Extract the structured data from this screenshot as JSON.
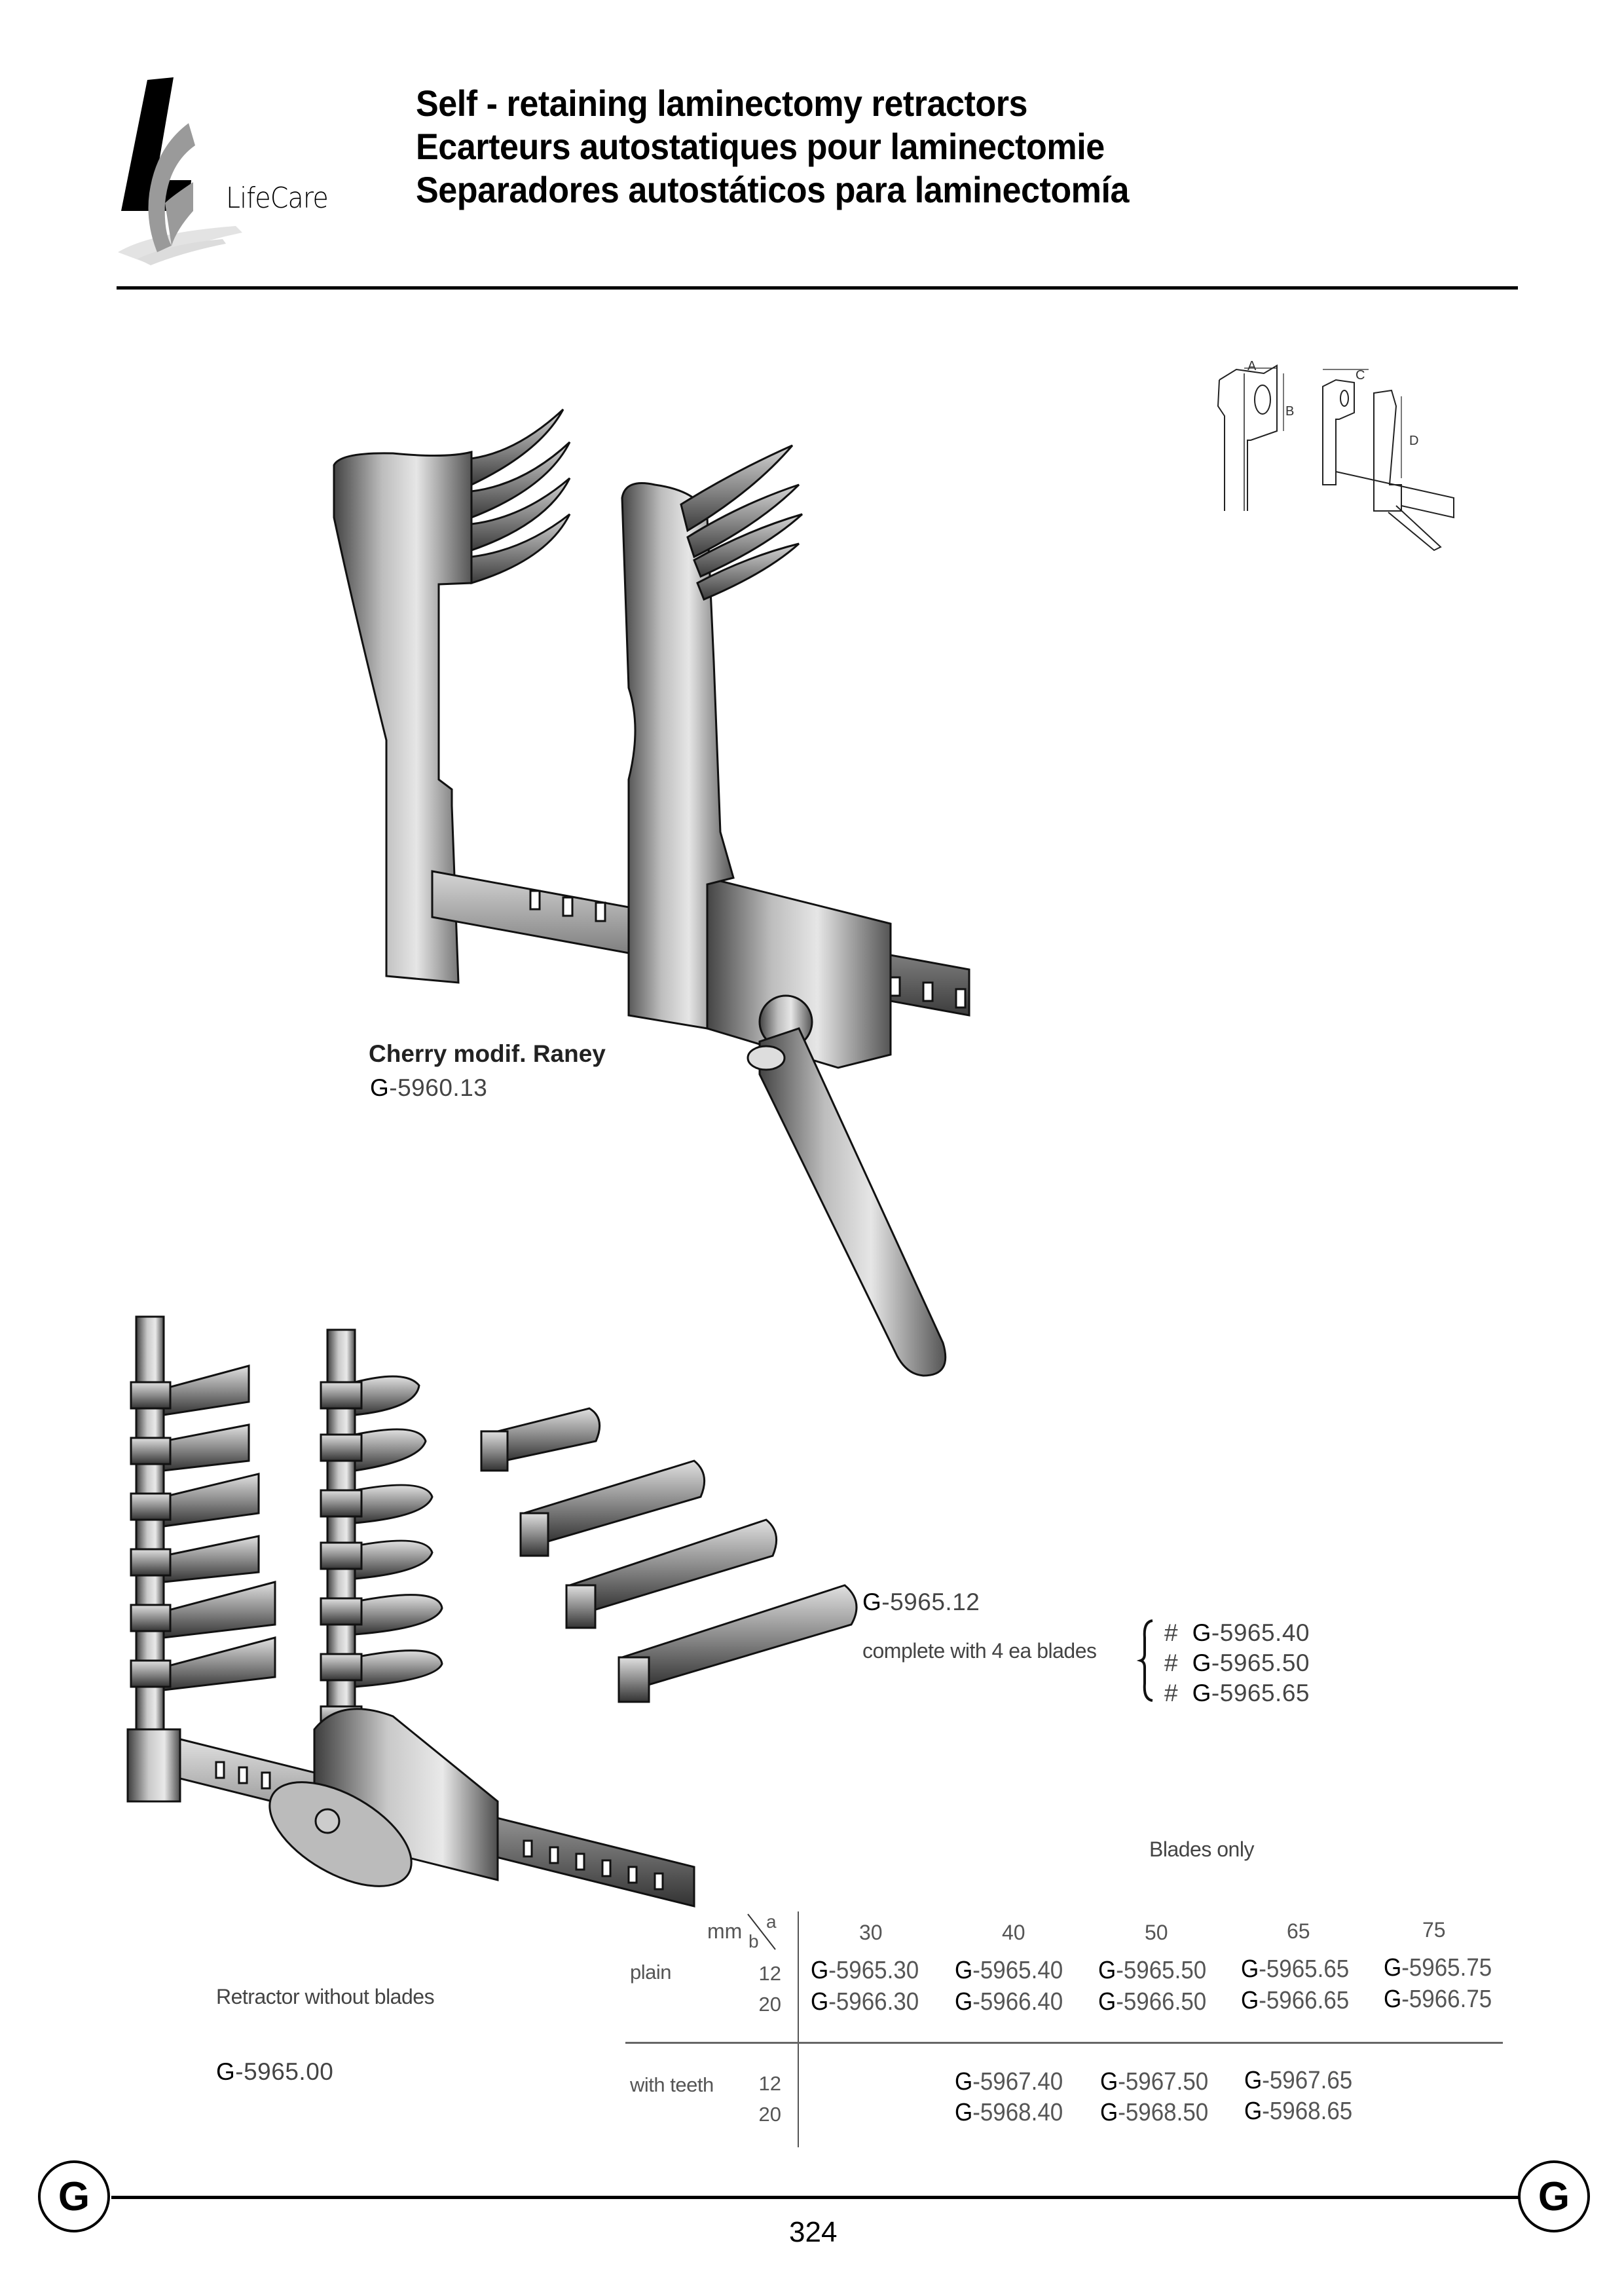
{
  "header": {
    "logo": {
      "brand": "LifeCare",
      "icon": "lc-logo-icon"
    },
    "title_lines": [
      "Self - retaining laminectomy retractors",
      "Ecarteurs autostatiques pour laminectomie",
      "Separadores autostáticos para laminectomía"
    ]
  },
  "dimension_diagram": {
    "labels": [
      "A",
      "B",
      "C",
      "D"
    ]
  },
  "products": {
    "cherry": {
      "name": "Cherry modif. Raney",
      "code_prefix": "G",
      "code_number": "-5960.13"
    },
    "set": {
      "code_prefix": "G",
      "code_number": "-5965.12",
      "description": "complete with 4 ea blades",
      "included": [
        {
          "hash": "#",
          "prefix": "G",
          "number": "-5965.40"
        },
        {
          "hash": "#",
          "prefix": "G",
          "number": "-5965.50"
        },
        {
          "hash": "#",
          "prefix": "G",
          "number": "-5965.65"
        }
      ]
    },
    "retractor_only": {
      "description": "Retractor without blades",
      "code_prefix": "G",
      "code_number": "-5965.00"
    }
  },
  "blades_table": {
    "title": "Blades only",
    "corner": {
      "unit": "mm",
      "row_axis": "b",
      "col_axis": "a"
    },
    "columns": [
      "30",
      "40",
      "50",
      "65",
      "75"
    ],
    "groups": [
      {
        "label": "plain",
        "rows": [
          {
            "b": "12",
            "cells": [
              "G-5965.30",
              "G-5965.40",
              "G-5965.50",
              "G-5965.65",
              "G-5965.75"
            ]
          },
          {
            "b": "20",
            "cells": [
              "G-5966.30",
              "G-5966.40",
              "G-5966.50",
              "G-5966.65",
              "G-5966.75"
            ]
          }
        ]
      },
      {
        "label": "with teeth",
        "rows": [
          {
            "b": "12",
            "cells": [
              "",
              "G-5967.40",
              "G-5967.50",
              "G-5967.65",
              ""
            ]
          },
          {
            "b": "20",
            "cells": [
              "",
              "G-5968.40",
              "G-5968.50",
              "G-5968.65",
              ""
            ]
          }
        ]
      }
    ]
  },
  "footer": {
    "section_letter": "G",
    "page_number": "324"
  }
}
